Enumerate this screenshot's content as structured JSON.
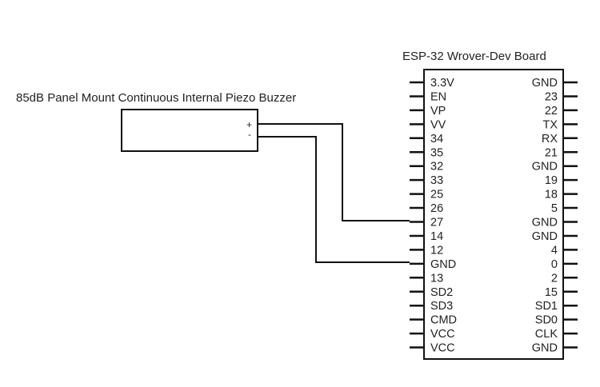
{
  "board": {
    "title": "ESP-32 Wrover-Dev Board",
    "left_pins": [
      "3.3V",
      "EN",
      "VP",
      "VV",
      "34",
      "35",
      "32",
      "33",
      "25",
      "26",
      "27",
      "14",
      "12",
      "GND",
      "13",
      "SD2",
      "SD3",
      "CMD",
      "VCC",
      "VCC"
    ],
    "right_pins": [
      "GND",
      "23",
      "22",
      "TX",
      "RX",
      "21",
      "GND",
      "19",
      "18",
      "5",
      "GND",
      "GND",
      "4",
      "0",
      "2",
      "15",
      "SD1",
      "SD0",
      "CLK",
      "GND"
    ]
  },
  "buzzer": {
    "title": "85dB Panel Mount Continuous Internal Piezo Buzzer",
    "plus_label": "+",
    "minus_label": "-"
  },
  "connections": [
    {
      "from": "+",
      "to": "27"
    },
    {
      "from": "-",
      "to": "GND"
    }
  ]
}
